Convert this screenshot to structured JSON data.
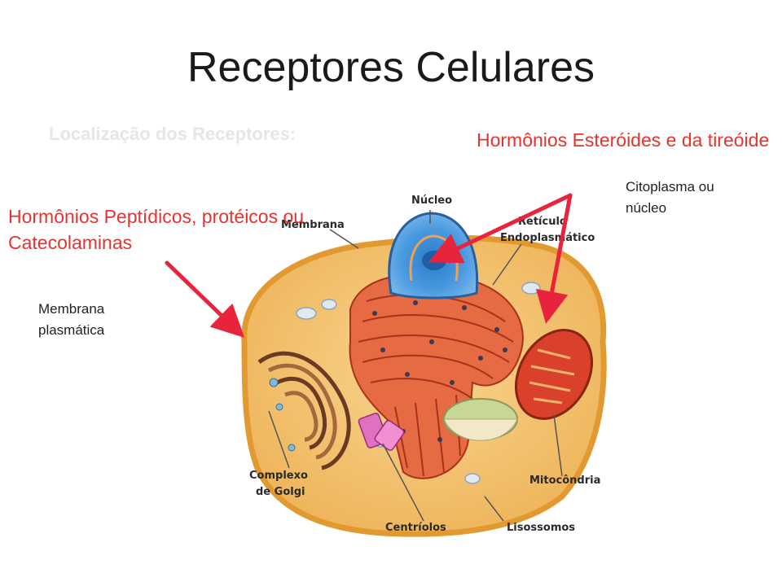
{
  "slide": {
    "title": "Receptores Celulares",
    "subtitle": "Localização dos Receptores:"
  },
  "annotations": {
    "steroid_hormones": "Hormônios Esteróides e da tireóide",
    "peptide_hormones": "Hormônios Peptídicos, protéicos ou Catecolaminas",
    "cytoplasm_or_nucleus": "Citoplasma ou núcleo",
    "plasma_membrane": "Membrana plasmática"
  },
  "cell_labels": {
    "nucleus": "Núcleo",
    "membrane": "Membrana",
    "er_line1": "Retículo",
    "er_line2": "Endoplasmático",
    "golgi_line1": "Complexo",
    "golgi_line2": "de Golgi",
    "centrioles": "Centríolos",
    "mitochondria": "Mitocôndria",
    "lysosomes": "Lisossomos"
  },
  "colors": {
    "arrow": "#e8243c",
    "annotation_red": "#e8322f",
    "cell_cytoplasm": "#f4c470",
    "cell_membrane": "#e7a33f",
    "nucleus": "#3f8fd4",
    "er": "#e4613a",
    "mitochondria": "#d9412a",
    "golgi": "#6b3a22",
    "centrioles": "#e070c0",
    "vacuole": "#c8d696"
  }
}
